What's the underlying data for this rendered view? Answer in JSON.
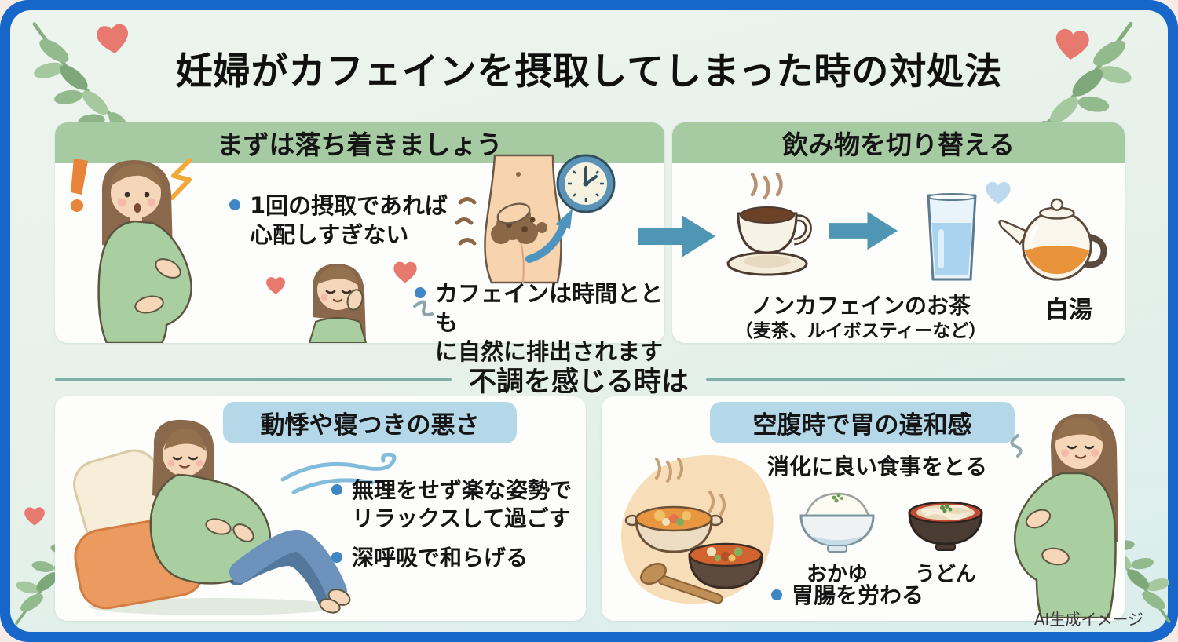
{
  "title": "妊婦がカフェインを摂取してしまった時の対処法",
  "divider_label": "不調を感じる時は",
  "footer_note": "AI生成イメージ",
  "sections": {
    "calm_down": {
      "header": "まずは落ち着きましょう",
      "bullets": [
        "1回の摂取であれば\n心配しすぎない",
        "カフェインは時間ととも\nに自然に排出されます"
      ]
    },
    "switch_drinks": {
      "header": "飲み物を切り替える",
      "tea_label": "ノンカフェインのお茶",
      "tea_note": "（麦茶、ルイボスティーなど）",
      "hot_water_label": "白湯"
    },
    "palpitation": {
      "header": "動悸や寝つきの悪さ",
      "bullets": [
        "無理をせず楽な姿勢で\nリラックスして過ごす",
        "深呼吸で和らげる"
      ]
    },
    "stomach": {
      "header": "空腹時で胃の違和感",
      "subtitle": "消化に良い食事をとる",
      "food_labels": [
        "おかゆ",
        "うどん"
      ],
      "bullets": [
        "胃腸を労わる"
      ]
    }
  },
  "colors": {
    "frame_blue": "#1766c9",
    "background_mint": "#e8f1eb",
    "card_white": "#fdfdfb",
    "header_green": "#a6caa2",
    "header_blue": "#b5d8e9",
    "bullet_blue": "#3e86c4",
    "arrow_teal": "#4e96b4",
    "heart_coral": "#e8796e",
    "leaf_green": "#92ba8c"
  }
}
